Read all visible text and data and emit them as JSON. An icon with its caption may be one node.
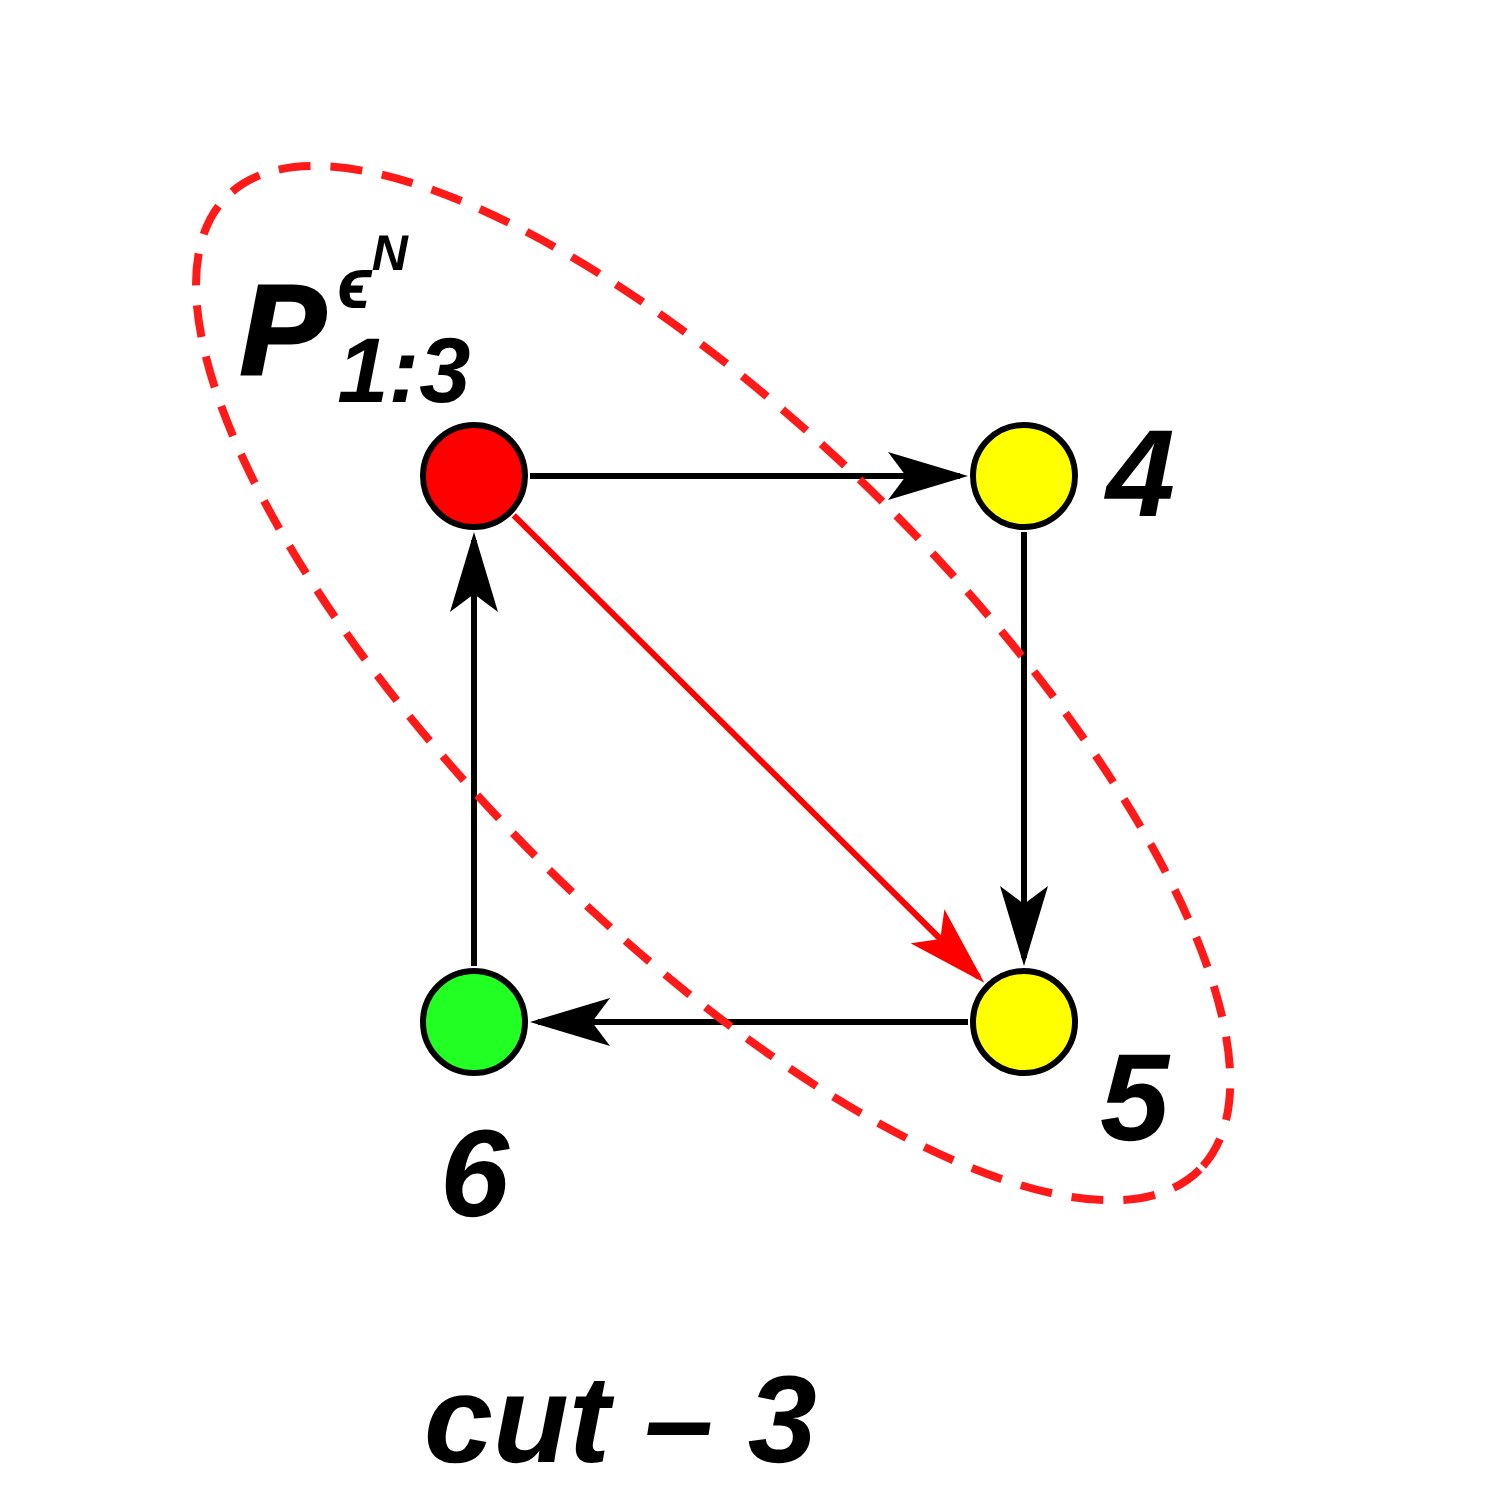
{
  "diagram": {
    "caption": "cut – 3",
    "nodes": [
      {
        "text": [
          "P$^{ϵ}$$^{N}$$_{1:3}$"
        ]
      },
      {
        "text": [],
        "shape": "circle",
        "in": 0
      },
      {
        "text": [],
        "shape": "circle",
        "beside": [
          "4"
        ]
      },
      {
        "text": [],
        "shape": "circle",
        "in": 0,
        "beside": [
          "5"
        ]
      },
      {
        "text": [],
        "shape": "circle",
        "beside": [
          "6"
        ]
      }
    ],
    "edges": [
      {
        "from": 1,
        "to": 2,
        "arrow": "to"
      },
      {
        "from": 2,
        "to": 3,
        "arrow": "to"
      },
      {
        "from": 3,
        "to": 4,
        "arrow": "to"
      },
      {
        "from": 4,
        "to": 1,
        "arrow": "to"
      },
      {
        "from": 1,
        "to": 3,
        "arrow": "to",
        "color": "#ff0000"
      }
    ]
  }
}
